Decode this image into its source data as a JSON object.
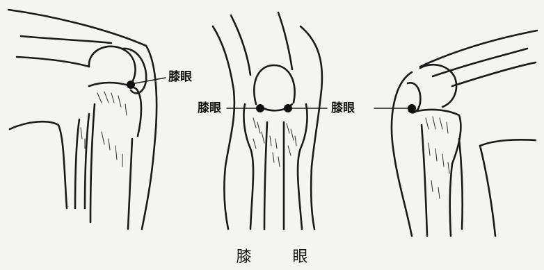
{
  "caption": "膝  眼",
  "labels": {
    "left_view": "膝眼",
    "front_left": "膝眼",
    "front_right": "膝眼"
  },
  "colors": {
    "background": "#f4f4f1",
    "ink": "#1a1a1a"
  }
}
